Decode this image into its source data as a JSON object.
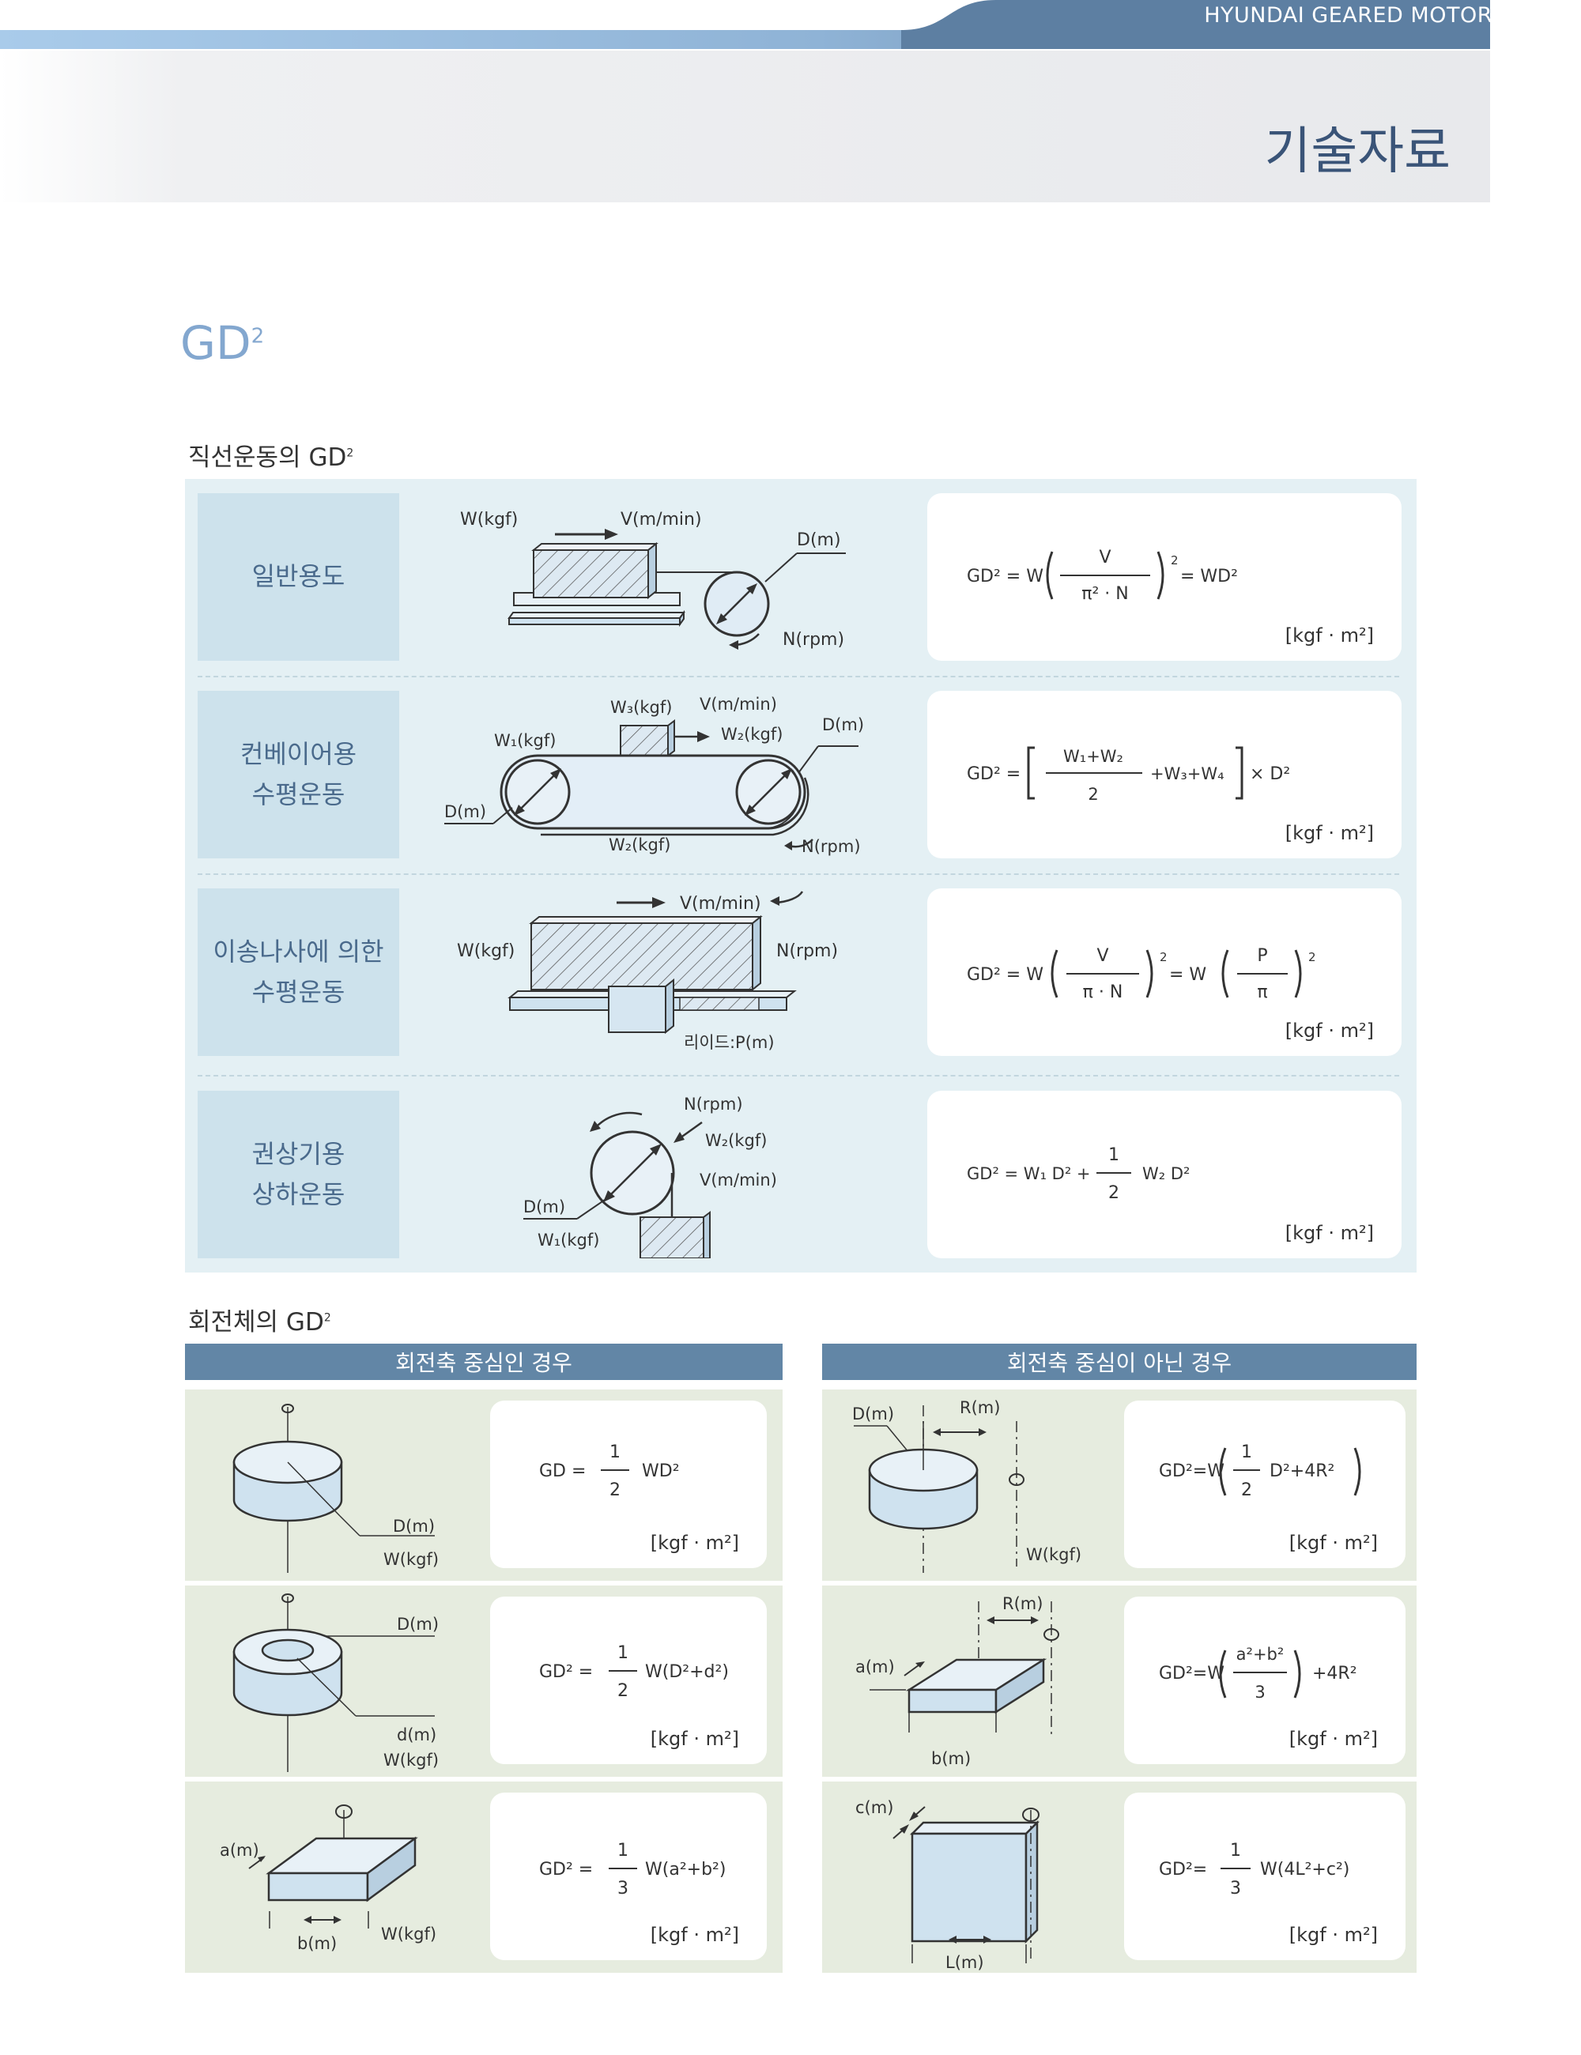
{
  "header": {
    "brand": "HYUNDAI GEARED MOTOR",
    "title": "기술자료"
  },
  "page_title": {
    "main": "GD",
    "sup": "2"
  },
  "sections": {
    "linear": {
      "title_main": "직선운동의 GD",
      "title_sup": "2"
    },
    "rotational": {
      "title_main": "회전체의 GD",
      "title_sup": "2",
      "col_left": "회전축 중심인 경우",
      "col_right": "회전축 중심이 아닌 경우"
    }
  },
  "unit": "[kgf · m²]",
  "linear_rows": [
    {
      "label": "일반용도"
    },
    {
      "label": "컨베이어용\n수평운동"
    },
    {
      "label": "이송나사에 의한\n수평운동"
    },
    {
      "label": "권상기용\n상하운동"
    }
  ],
  "diagram_labels": {
    "r1": {
      "w": "W(kgf)",
      "v": "V(m/min)",
      "d": "D(m)",
      "n": "N(rpm)"
    },
    "r2": {
      "w3": "W₃(kgf)",
      "v": "V(m/min)",
      "w2a": "W₂(kgf)",
      "d1": "D(m)",
      "w1": "W₁(kgf)",
      "d2": "D(m)",
      "w2b": "W₂(kgf)",
      "n": "N(rpm)"
    },
    "r3": {
      "v": "V(m/min)",
      "w": "W(kgf)",
      "n": "N(rpm)",
      "lead": "리이드:P(m)"
    },
    "r4": {
      "n": "N(rpm)",
      "w2": "W₂(kgf)",
      "v": "V(m/min)",
      "d": "D(m)",
      "w1": "W₁(kgf)"
    },
    "c1": {
      "d": "D(m)",
      "w": "W(kgf)"
    },
    "c2": {
      "d": "D(m)",
      "dd": "d(m)",
      "w": "W(kgf)"
    },
    "c3": {
      "a": "a(m)",
      "b": "b(m)",
      "w": "W(kgf)"
    },
    "n1": {
      "d": "D(m)",
      "r": "R(m)",
      "w": "W(kgf)"
    },
    "n2": {
      "r": "R(m)",
      "a": "a(m)",
      "b": "b(m)"
    },
    "n3": {
      "c": "c(m)",
      "l": "L(m)"
    }
  },
  "formulas": {
    "f1": {
      "lhs": "GD² = W",
      "num": "V",
      "den": "π² · N",
      "exp": "2",
      "rhs": "= WD²"
    },
    "f2": {
      "lhs": "GD² =",
      "num": "W₁+W₂",
      "den": "2",
      "mid": "+W₃+W₄",
      "rhs": "× D²"
    },
    "f3": {
      "lhs": "GD² = W",
      "num1": "V",
      "den1": "π · N",
      "exp1": "2",
      "mid": "= W",
      "num2": "P",
      "den2": "π",
      "exp2": "2"
    },
    "f4": {
      "lhs": "GD² = W₁ D² +",
      "num": "1",
      "den": "2",
      "rhs": "W₂ D²"
    },
    "c1": {
      "lhs": "GD =",
      "num": "1",
      "den": "2",
      "rhs": "WD²"
    },
    "c2": {
      "lhs": "GD² =",
      "num": "1",
      "den": "2",
      "rhs": "W(D²+d²)"
    },
    "c3": {
      "lhs": "GD² =",
      "num": "1",
      "den": "3",
      "rhs": "W(a²+b²)"
    },
    "n1": {
      "lhs": "GD²=W",
      "num": "1",
      "den": "2",
      "rhs": "D²+4R²"
    },
    "n2": {
      "lhs": "GD²=W",
      "num": "a²+b²",
      "den": "3",
      "rhs": "+4R²"
    },
    "n3": {
      "lhs": "GD²=",
      "num": "1",
      "den": "3",
      "rhs": "W(4L²+c²)"
    }
  },
  "colors": {
    "accent": "#83a7cf",
    "title": "#3a5478",
    "header_band": "#6286a6",
    "linear_bg": "#e4f0f4",
    "rot_bg": "#e6ecdf"
  }
}
